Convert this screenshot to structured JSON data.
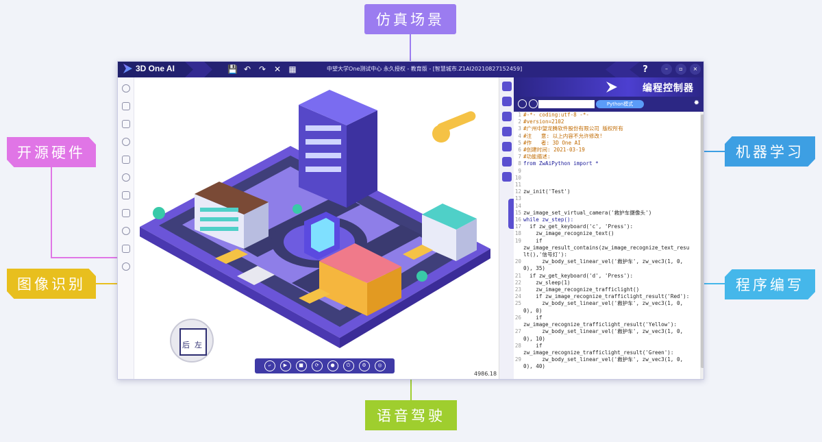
{
  "callouts": {
    "simulation": "仿真场景",
    "hardware": "开源硬件",
    "image_recognition": "图像识别",
    "machine_learning": "机器学习",
    "programming": "程序编写",
    "voice_driving": "语音驾驶"
  },
  "window": {
    "app_name": "3D One AI",
    "title": "中望大学One测试中心  永久授权 - 教育版 - [智慧城市.Z1AI20210827152459]",
    "help": "?",
    "minimize": "–",
    "maximize": "▫",
    "close": "×"
  },
  "toolbar": {
    "save": "💾",
    "undo": "↶",
    "redo": "↷",
    "delete": "✕",
    "grid": "▦"
  },
  "scene": {
    "view_cube_back": "后",
    "view_cube_left": "左",
    "distance": "4986.18 mm"
  },
  "playbar": [
    "⤶",
    "▶",
    "■",
    "⟳",
    "●",
    "⏻",
    "⚙",
    "◎"
  ],
  "code_panel": {
    "title": "编程控制器",
    "input_value": "",
    "mode": "Python模式",
    "sun": "✹"
  },
  "code_lines": [
    {
      "n": "1",
      "t": "#-*- coding:utf-8 -*-",
      "c": "comment"
    },
    {
      "n": "2",
      "t": "#version=2102",
      "c": "comment"
    },
    {
      "n": "3",
      "t": "#广州中望龙腾软件股份有限公司 版权所有",
      "c": "comment"
    },
    {
      "n": "4",
      "t": "#注   意: 以上内容不允许修改!",
      "c": "comment"
    },
    {
      "n": "5",
      "t": "#作   者: 3D One AI",
      "c": "comment"
    },
    {
      "n": "6",
      "t": "#创建时间: 2021-03-19",
      "c": "comment"
    },
    {
      "n": "7",
      "t": "#功能描述:",
      "c": "comment"
    },
    {
      "n": "8",
      "t": "from ZwAiPython import *",
      "c": "kw"
    },
    {
      "n": "9",
      "t": "",
      "c": ""
    },
    {
      "n": "10",
      "t": "",
      "c": ""
    },
    {
      "n": "11",
      "t": "",
      "c": ""
    },
    {
      "n": "12",
      "t": "zw_init('Test')",
      "c": ""
    },
    {
      "n": "13",
      "t": "",
      "c": ""
    },
    {
      "n": "14",
      "t": "",
      "c": ""
    },
    {
      "n": "15",
      "t": "zw_image_set_virtual_camera('救护车摄像头')",
      "c": ""
    },
    {
      "n": "16",
      "t": "while zw_step():",
      "c": "kw"
    },
    {
      "n": "17",
      "t": "  if zw_get_keyboard('c', 'Press'):",
      "c": ""
    },
    {
      "n": "18",
      "t": "    zw_image_recognize_text()",
      "c": ""
    },
    {
      "n": "19",
      "t": "    if",
      "c": ""
    },
    {
      "n": "",
      "t": "zw_image_result_contains(zw_image_recognize_text_resu",
      "c": ""
    },
    {
      "n": "",
      "t": "lt(),'信号灯'):",
      "c": ""
    },
    {
      "n": "20",
      "t": "      zw_body_set_linear_vel('救护车', zw_vec3(1, 0,",
      "c": ""
    },
    {
      "n": "",
      "t": "0), 35)",
      "c": ""
    },
    {
      "n": "21",
      "t": "  if zw_get_keyboard('d', 'Press'):",
      "c": ""
    },
    {
      "n": "22",
      "t": "    zw_sleep(1)",
      "c": ""
    },
    {
      "n": "23",
      "t": "    zw_image_recognize_trafficlight()",
      "c": ""
    },
    {
      "n": "24",
      "t": "    if zw_image_recognize_trafficlight_result('Red'):",
      "c": ""
    },
    {
      "n": "25",
      "t": "      zw_body_set_linear_vel('救护车', zw_vec3(1, 0,",
      "c": ""
    },
    {
      "n": "",
      "t": "0), 0)",
      "c": ""
    },
    {
      "n": "26",
      "t": "    if",
      "c": ""
    },
    {
      "n": "",
      "t": "zw_image_recognize_trafficlight_result('Yellow'):",
      "c": ""
    },
    {
      "n": "27",
      "t": "      zw_body_set_linear_vel('救护车', zw_vec3(1, 0,",
      "c": ""
    },
    {
      "n": "",
      "t": "0), 10)",
      "c": ""
    },
    {
      "n": "28",
      "t": "    if",
      "c": ""
    },
    {
      "n": "",
      "t": "zw_image_recognize_trafficlight_result('Green'):",
      "c": ""
    },
    {
      "n": "29",
      "t": "      zw_body_set_linear_vel('救护车', zw_vec3(1, 0,",
      "c": ""
    },
    {
      "n": "",
      "t": "0), 40)",
      "c": ""
    }
  ],
  "colors": {
    "simulation": "#9b7cf0",
    "hardware": "#e075e6",
    "image_recognition": "#e8bf1e",
    "machine_learning": "#3d9fe3",
    "programming": "#45b7ea",
    "voice_driving": "#9fce2e",
    "titlebar": "#2a2480"
  }
}
